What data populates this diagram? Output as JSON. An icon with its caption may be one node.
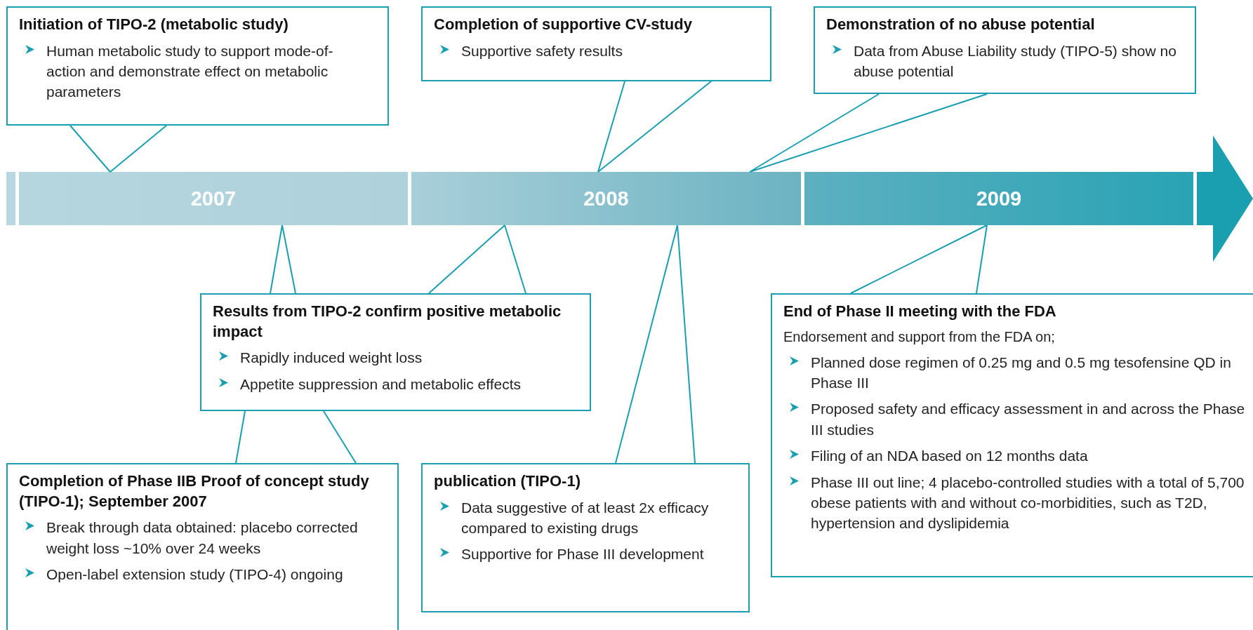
{
  "diagram": {
    "nodes": [
      {
        "text": [
          "Initiation of TIPO-2 (metabolic study)",
          "Human metabolic study  to support  mode-of-action and demonstrate effect on metabolic parameters"
        ]
      },
      {
        "text": [
          "Completion of supportive CV-study",
          "Supportive safety results"
        ]
      },
      {
        "text": [
          "Demonstration of no abuse potential",
          "Data from Abuse Liability study (TIPO-5) show no abuse potential"
        ]
      },
      {
        "text": [
          "2007"
        ]
      },
      {
        "text": [
          "2008"
        ]
      },
      {
        "text": [
          "2009"
        ]
      },
      {
        "text": [
          "Results from TIPO-2 confirm positive metabolic impact",
          "Rapidly induced weight loss",
          "Appetite suppression and metabolic effects"
        ]
      },
      {
        "text": [
          "End of Phase II meeting with the FDA",
          "Endorsement and support from the FDA on;",
          "Planned dose regimen of 0.25 mg and 0.5 mg tesofensine QD in Phase III",
          "Proposed safety and efficacy assessment in and across the Phase III studies",
          "Filing of an NDA based on 12 months data",
          "Phase III out line; 4 placebo-controlled studies with a total of 5,700 obese patients with and without co-morbidities, such as T2D, hypertension and dyslipidemia"
        ]
      },
      {
        "text": [
          "Completion of Phase IIB Proof of concept study (TIPO-1); September 2007",
          "Break through data obtained: placebo corrected weight loss ~10% over 24 weeks",
          "Open-label extension study (TIPO-4) ongoing"
        ]
      },
      {
        "text": [
          "publication (TIPO-1)",
          "Data suggestive of at least 2x efficacy compared to existing drugs",
          "Supportive for Phase III development"
        ]
      }
    ],
    "edges": [
      {
        "from": 0,
        "to": 3,
        "arrow": "none"
      },
      {
        "from": 1,
        "to": 4,
        "arrow": "none"
      },
      {
        "from": 2,
        "to": 4,
        "arrow": "none"
      },
      {
        "from": 6,
        "to": 3,
        "arrow": "none"
      },
      {
        "from": 6,
        "to": 4,
        "arrow": "none"
      },
      {
        "from": 7,
        "to": 5,
        "arrow": "none"
      },
      {
        "from": 8,
        "to": 6,
        "arrow": "none"
      },
      {
        "from": 9,
        "to": 4,
        "arrow": "none"
      }
    ]
  }
}
